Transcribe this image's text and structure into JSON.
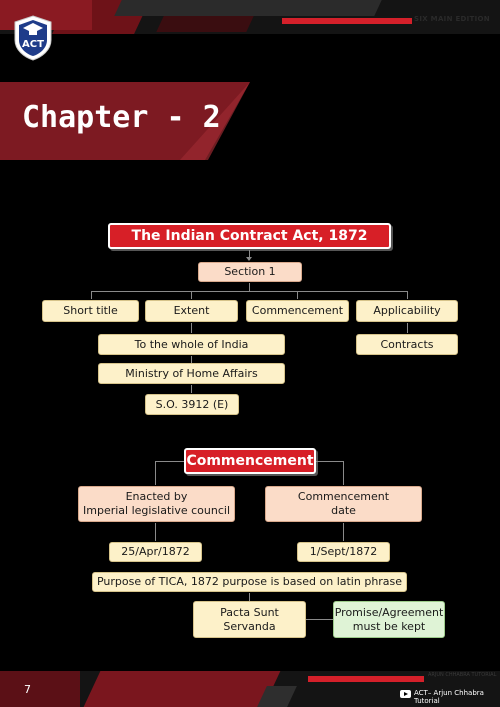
{
  "header": {
    "edition_text": "SIX MAIN EDITION",
    "logo_text": "ACT"
  },
  "chapter": {
    "title": "Chapter - 2"
  },
  "section1": {
    "title": "The Indian Contract Act, 1872",
    "section": "Section 1",
    "branches": [
      "Short title",
      "Extent",
      "Commencement",
      "Applicability"
    ],
    "extent_items": [
      "To the whole of India",
      "Ministry of Home Affairs",
      "S.O. 3912 (E)"
    ],
    "applicability_item": "Contracts"
  },
  "section2": {
    "title": "Commencement",
    "left_box": [
      "Enacted by",
      "Imperial legislative council"
    ],
    "right_box": [
      "Commencement",
      "date"
    ],
    "left_date": "25/Apr/1872",
    "right_date": "1/Sept/1872",
    "purpose": "Purpose of TICA, 1872 purpose is based on latin phrase",
    "pacta": [
      "Pacta Sunt",
      "Servanda"
    ],
    "promise": [
      "Promise/Agreement",
      "must be kept"
    ]
  },
  "footer": {
    "page_number": "7",
    "channel": "ACT– Arjun Chhabra Tutorial",
    "small_text": "ARJUN CHHABRA TUTORIAL"
  },
  "colors": {
    "accent_red": "#d71f27",
    "maroon": "#7d1a22",
    "box_yellow": "#fdf1c9",
    "box_pink": "#fbdcc8",
    "box_green": "#dff3d6"
  }
}
